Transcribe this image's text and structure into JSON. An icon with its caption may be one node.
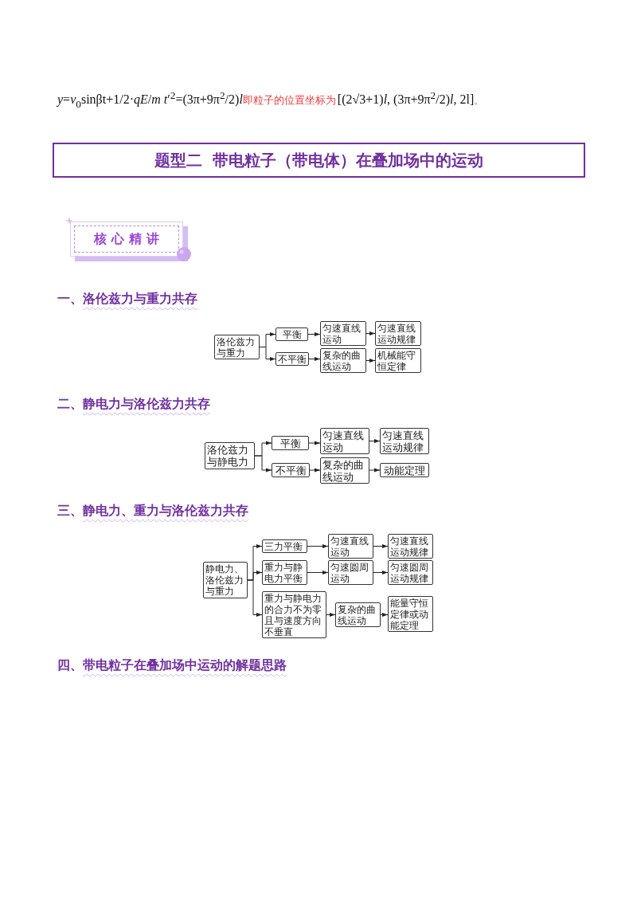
{
  "diagram": {
    "title": "题型二  带电粒子（带电体）在叠加场中的运动",
    "nodes": [
      {
        "text": [
          "洛伦兹力与重力"
        ]
      },
      {
        "text": [
          "平衡"
        ]
      },
      {
        "text": [
          "匀速直线运动"
        ]
      },
      {
        "text": [
          "匀速直线运动规律"
        ]
      },
      {
        "text": [
          "不平衡"
        ]
      },
      {
        "text": [
          "复杂的曲线运动"
        ]
      },
      {
        "text": [
          "机械能守恒定律"
        ]
      },
      {
        "text": [
          "洛伦兹力与静电力"
        ]
      },
      {
        "text": [
          "平衡"
        ]
      },
      {
        "text": [
          "匀速直线运动"
        ]
      },
      {
        "text": [
          "匀速直线运动规律"
        ]
      },
      {
        "text": [
          "不平衡"
        ]
      },
      {
        "text": [
          "复杂的曲线运动"
        ]
      },
      {
        "text": [
          "动能定理"
        ]
      },
      {
        "text": [
          "静电力、洛伦兹力与重力"
        ]
      },
      {
        "text": [
          "三力平衡"
        ]
      },
      {
        "text": [
          "匀速直线运动"
        ]
      },
      {
        "text": [
          "匀速直线运动规律"
        ]
      },
      {
        "text": [
          "重力与静电力平衡"
        ]
      },
      {
        "text": [
          "匀速圆周运动"
        ]
      },
      {
        "text": [
          "匀速圆周运动规律"
        ]
      },
      {
        "text": [
          "重力与静电力的合力不为零且与速度方向不垂直"
        ]
      },
      {
        "text": [
          "复杂的曲线运动"
        ]
      },
      {
        "text": [
          "能量守恒定律或动能定理"
        ]
      }
    ],
    "edges": [
      {
        "from": 0,
        "to": 1,
        "arrow": "to"
      },
      {
        "from": 0,
        "to": 4,
        "arrow": "to"
      },
      {
        "from": 1,
        "to": 2,
        "arrow": "to"
      },
      {
        "from": 2,
        "to": 3,
        "arrow": "to"
      },
      {
        "from": 4,
        "to": 5,
        "arrow": "to"
      },
      {
        "from": 5,
        "to": 6,
        "arrow": "to"
      },
      {
        "from": 7,
        "to": 8,
        "arrow": "to"
      },
      {
        "from": 7,
        "to": 11,
        "arrow": "to"
      },
      {
        "from": 8,
        "to": 9,
        "arrow": "to"
      },
      {
        "from": 9,
        "to": 10,
        "arrow": "to"
      },
      {
        "from": 11,
        "to": 12,
        "arrow": "to"
      },
      {
        "from": 12,
        "to": 13,
        "arrow": "to"
      },
      {
        "from": 14,
        "to": 15,
        "arrow": "to"
      },
      {
        "from": 14,
        "to": 18,
        "arrow": "to"
      },
      {
        "from": 14,
        "to": 21,
        "arrow": "to"
      },
      {
        "from": 15,
        "to": 16,
        "arrow": "to"
      },
      {
        "from": 16,
        "to": 17,
        "arrow": "to"
      },
      {
        "from": 18,
        "to": 19,
        "arrow": "to"
      },
      {
        "from": 19,
        "to": 20,
        "arrow": "to"
      },
      {
        "from": 21,
        "to": 22,
        "arrow": "to"
      },
      {
        "from": 22,
        "to": 23,
        "arrow": "to"
      }
    ],
    "labels": [
      "*y*=*v*$_{0}$sinβt+1/2·*qE*/*m* *t*′$^{2}$=(3π+9π$^{2}$/2)*l*",
      "即粒子的位置坐标为",
      "[(2√3+1)*l*, (3π+9π$^{2}$/2)*l*, 2l]",
      "。",
      "核心精讲",
      "一、洛伦兹力与重力共存",
      "二、静电力与洛伦兹力共存",
      "三、静电力、重力与洛伦兹力共存",
      "四、带电粒子在叠加场中运动的解题思路"
    ]
  }
}
